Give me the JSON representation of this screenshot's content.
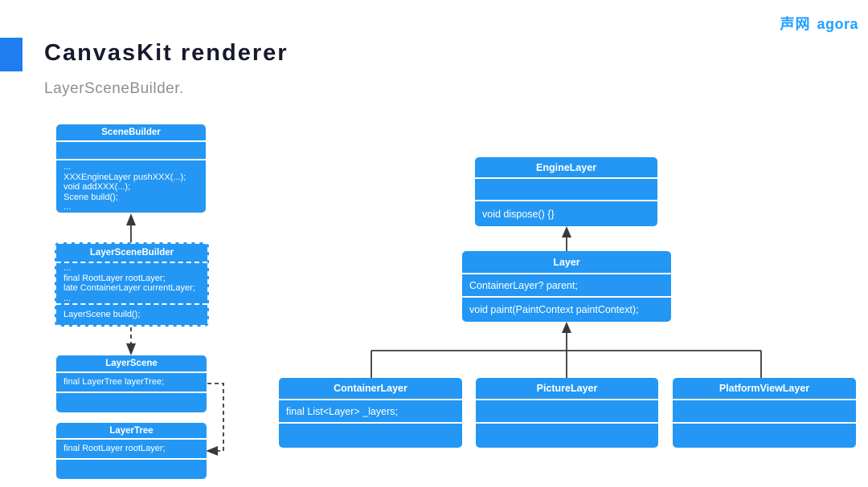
{
  "header": {
    "logo_cn": "声网",
    "logo_en": "agora",
    "title": "CanvasKit renderer",
    "subtitle": "LayerSceneBuilder."
  },
  "colors": {
    "box_blue": "#2397F3",
    "accent_blue": "#1E7DF0",
    "logo_blue": "#1FA0FF",
    "connector_dark": "#3A3A3A",
    "title_text": "#17192D",
    "subtitle_text": "#8F8F8F"
  },
  "classes": {
    "scene_builder": {
      "name": "SceneBuilder",
      "methods": [
        "...",
        "XXXEngineLayer pushXXX(...);",
        "void addXXX(...);",
        "Scene build();",
        "..."
      ]
    },
    "layer_scene_builder": {
      "name": "LayerSceneBuilder",
      "fields": [
        "...",
        "final RootLayer rootLayer;",
        "late ContainerLayer currentLayer;",
        "..."
      ],
      "methods": [
        "LayerScene build();"
      ]
    },
    "layer_scene": {
      "name": "LayerScene",
      "fields": [
        "final LayerTree layerTree;"
      ]
    },
    "layer_tree": {
      "name": "LayerTree",
      "fields": [
        "final RootLayer rootLayer;"
      ]
    },
    "engine_layer": {
      "name": "EngineLayer",
      "methods": [
        "void dispose() {}"
      ]
    },
    "layer": {
      "name": "Layer",
      "fields": [
        "ContainerLayer? parent;"
      ],
      "methods": [
        "void paint(PaintContext paintContext);"
      ]
    },
    "container_layer": {
      "name": "ContainerLayer",
      "fields": [
        "final List<Layer> _layers;"
      ]
    },
    "picture_layer": {
      "name": "PictureLayer"
    },
    "platform_view_layer": {
      "name": "PlatformViewLayer"
    }
  },
  "relations": [
    {
      "from": "LayerSceneBuilder",
      "to": "SceneBuilder",
      "style": "solid arrow up"
    },
    {
      "from": "LayerSceneBuilder",
      "to": "LayerScene",
      "style": "dashed arrow down"
    },
    {
      "from": "LayerScene",
      "to": "LayerTree",
      "style": "dashed arrow left"
    },
    {
      "from": "Layer",
      "to": "EngineLayer",
      "style": "solid arrow up"
    },
    {
      "from": "ContainerLayer, PictureLayer, PlatformViewLayer",
      "to": "Layer",
      "style": "solid arrow up tree"
    }
  ]
}
